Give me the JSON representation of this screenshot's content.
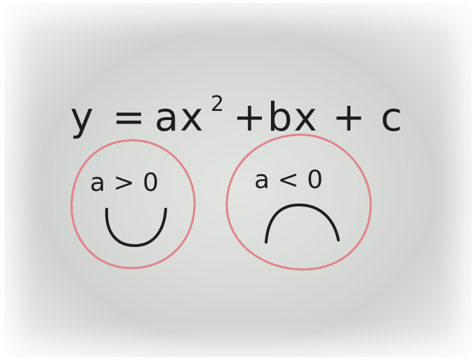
{
  "equation": {
    "y": "y",
    "equals": "=",
    "ax": "ax",
    "exponent": "2",
    "rest": "+bx + c"
  },
  "faces": [
    {
      "condition": "a > 0",
      "expression": "smile"
    },
    {
      "condition": "a < 0",
      "expression": "frown"
    }
  ],
  "colors": {
    "ink": "#1e1e1e",
    "circle": "#e0848a",
    "board": "#dadcd9"
  }
}
